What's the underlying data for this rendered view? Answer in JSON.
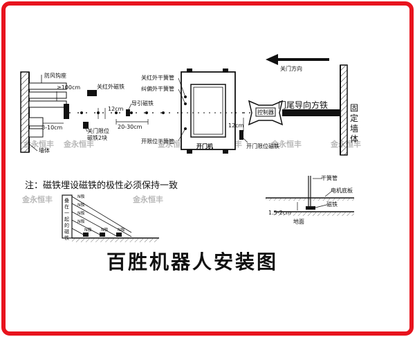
{
  "frame": {
    "border_color": "#e8141e"
  },
  "top_diagram": {
    "door_direction": "关门方向",
    "anti_wind_hook_seat": "防风钩座",
    "dim_100cm": "≥100cm",
    "close_ir_magnet": "关红外磁铁",
    "close_limit_magnet_2": "关门限位\n磁铁2块",
    "dim_8_10cm": "8-10cm",
    "wall_left": "墙体",
    "dim_12cm_a": "12cm",
    "guide_magnet": "导引磁铁",
    "dim_20_30cm": "20-30cm",
    "close_ir_reed": "关红外干簧管",
    "correction_reed": "纠偏外干簧管",
    "open_limit_reed": "开限位干簧管",
    "machine_label": "开门机",
    "dim_12cm_b": "12cm",
    "controller_label": "控制器",
    "open_limit_magnet": "开门限位磁铁",
    "tail_guide_iron": "门尾导向方铁",
    "fixed_wall": "固定墙体"
  },
  "note": "注：磁铁埋设磁铁的极性必须保持一致",
  "bottom_left": {
    "stack_text": "叠在一起的磁铁",
    "n_label": "N极"
  },
  "bottom_right": {
    "reed_label": "干簧管",
    "motor_plate": "电机底板",
    "magnet": "磁铁",
    "dim": "1.5-2cm",
    "ground": "地面"
  },
  "title": "百胜机器人安装图",
  "watermark": "金永恒丰"
}
